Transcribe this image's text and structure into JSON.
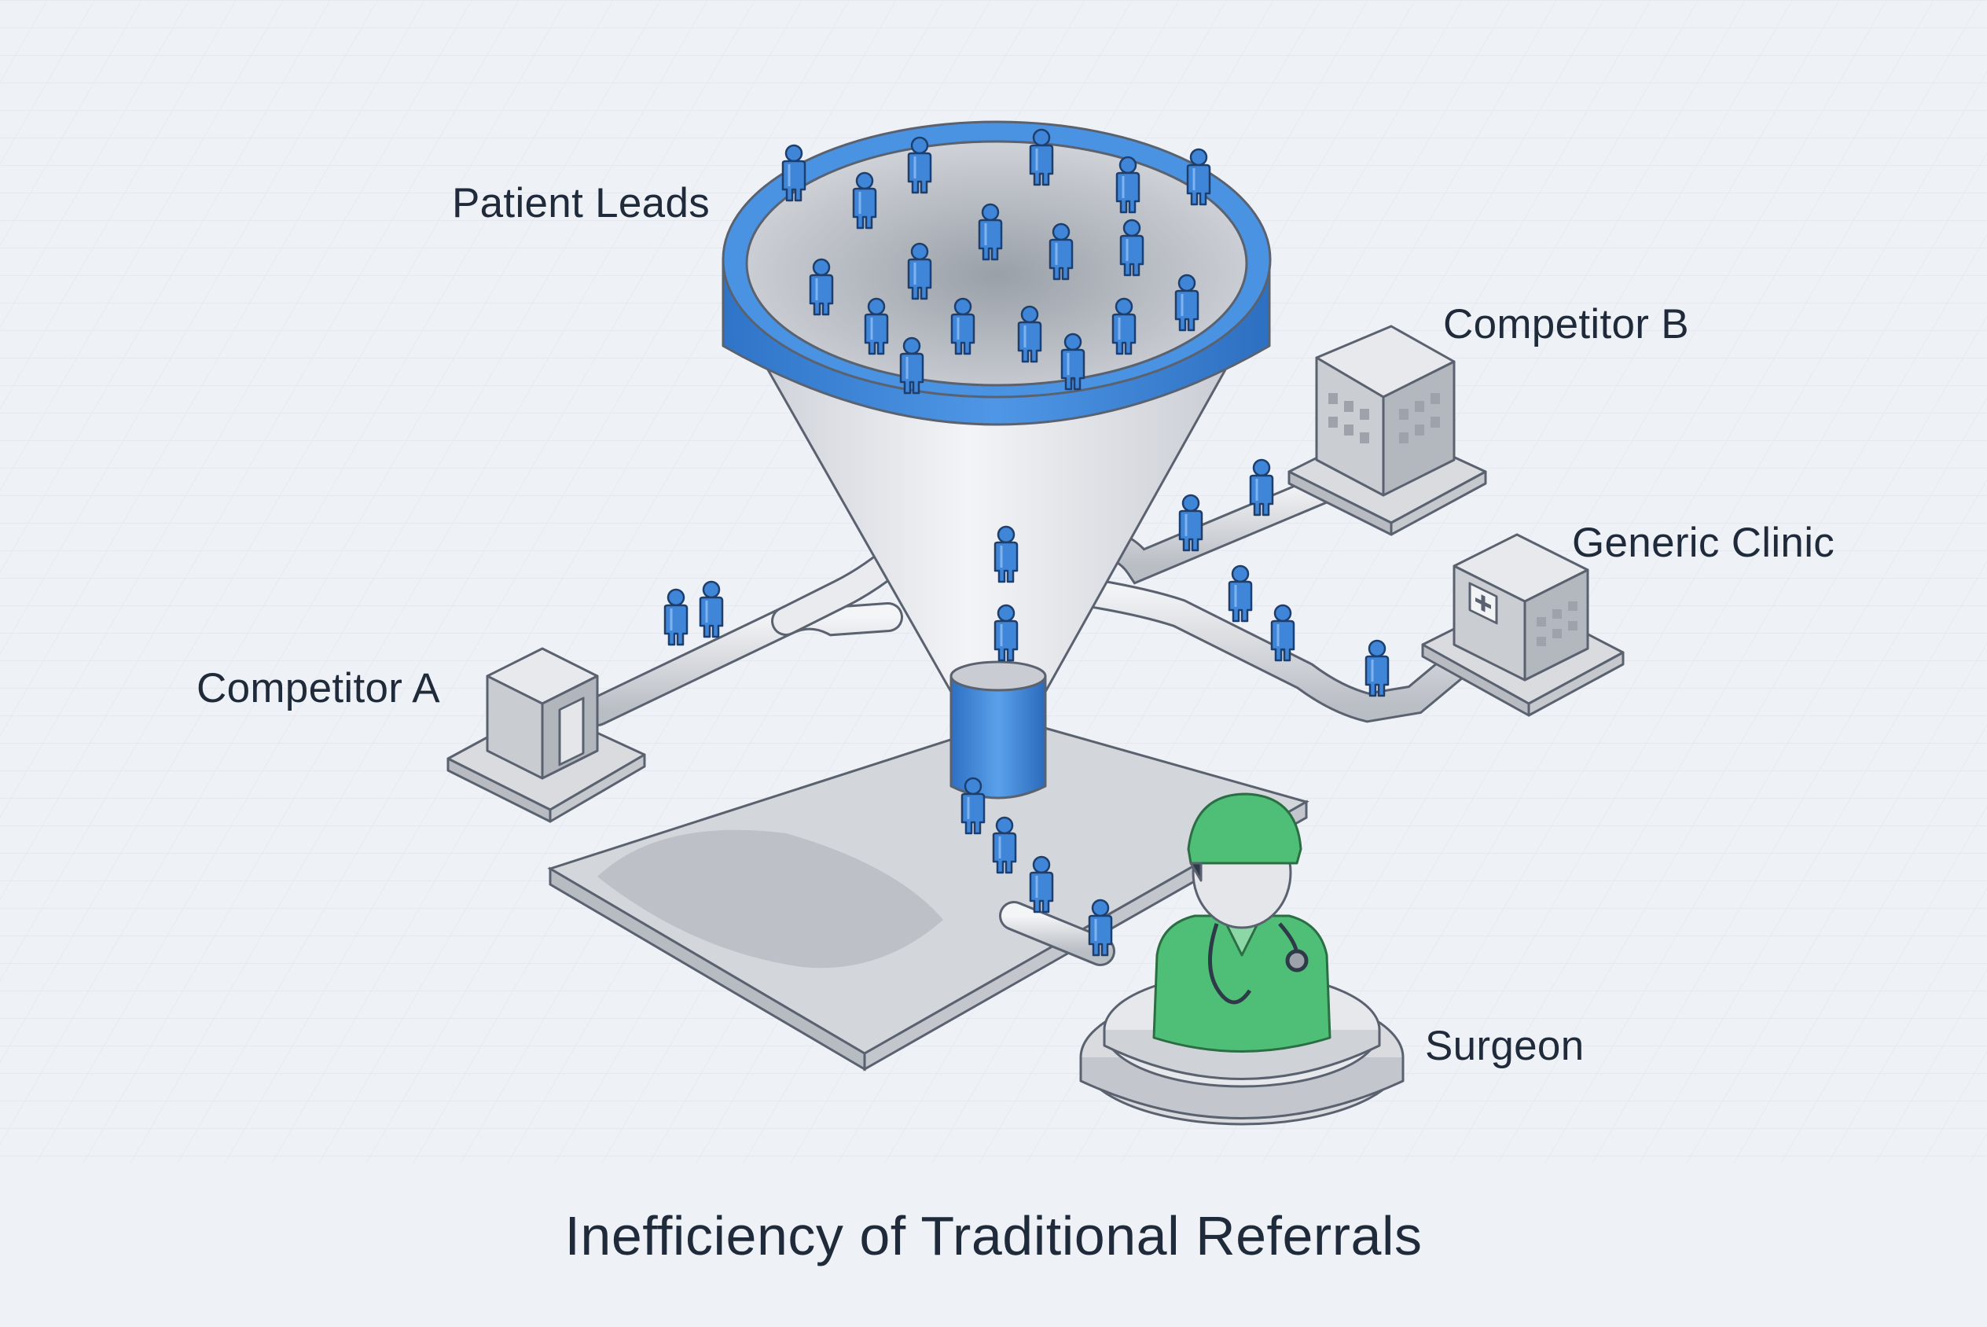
{
  "labels": {
    "patient_leads": "Patient Leads",
    "competitor_b": "Competitor B",
    "generic_clinic": "Generic Clinic",
    "competitor_a": "Competitor A",
    "surgeon": "Surgeon"
  },
  "title": "Inefficiency of Traditional Referrals",
  "colors": {
    "background": "#eef1f5",
    "funnel_blue": "#3f86d8",
    "person_blue": "#3f86d8",
    "surgeon_green": "#4fbf78",
    "building_gray": "#c9ccd2",
    "text": "#1f2a3a"
  },
  "icons": [
    "funnel-icon",
    "person-icon",
    "building-icon",
    "clinic-icon",
    "surgeon-icon",
    "stethoscope-icon",
    "medical-cross-icon"
  ]
}
